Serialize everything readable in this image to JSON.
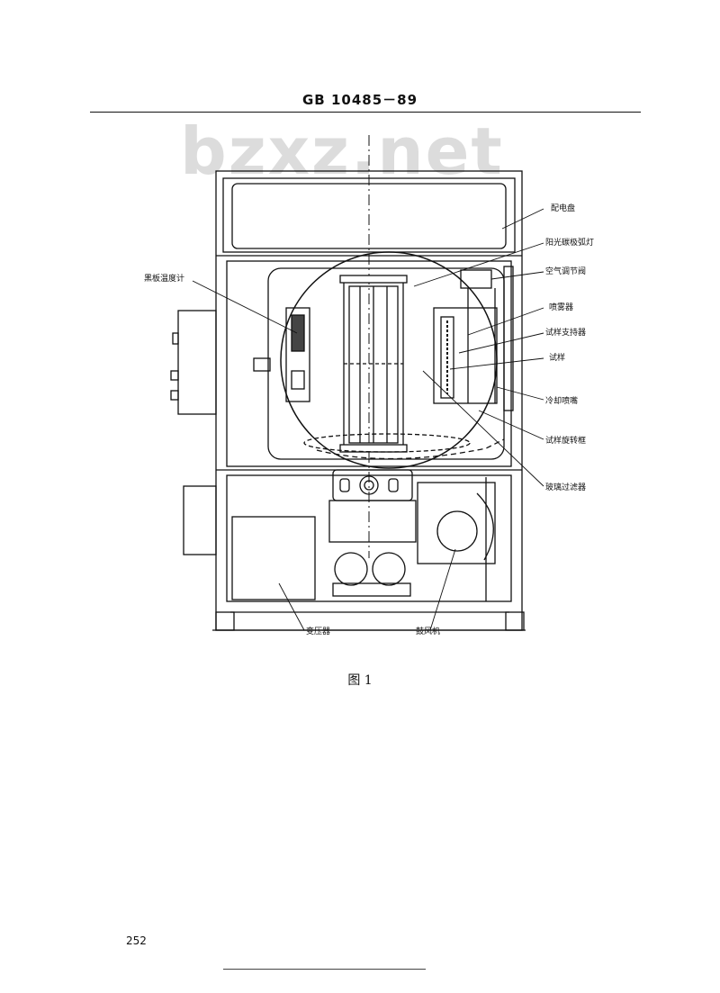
{
  "header": {
    "standard_code": "GB 10485－89"
  },
  "watermark": {
    "text": "bzxz.net"
  },
  "figure": {
    "caption": "图 1",
    "labels": {
      "distribution_panel": "配电盘",
      "carbon_arc_lamp": "阳光碳极弧灯",
      "air_valve": "空气调节阀",
      "spray_nozzle": "喷雾器",
      "sample_holder": "试样支持器",
      "sample": "试样",
      "cooling_spray": "冷却喷嘴",
      "rotating_frame": "试样旋转框",
      "glass_filter": "玻璃过滤器",
      "black_panel_thermometer": "黑板温度计",
      "transformer": "变压器",
      "blower": "鼓风机"
    }
  },
  "footer": {
    "page_number": "252"
  }
}
